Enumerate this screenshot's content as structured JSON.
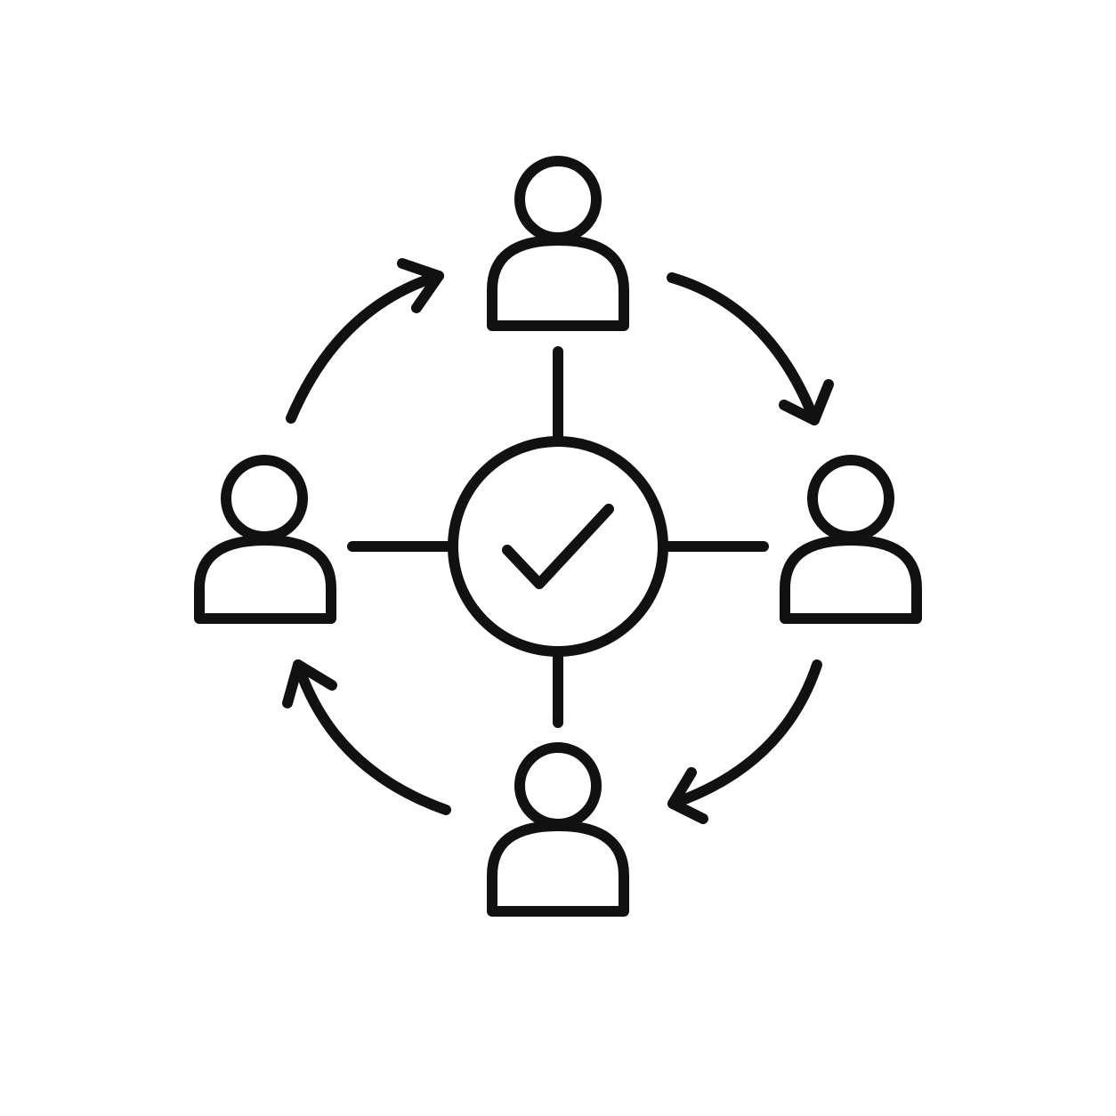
{
  "colors": {
    "background": "#ffffff",
    "stroke": "#111111"
  },
  "icons": {
    "center": "check-circle-icon",
    "people": [
      "person-icon-top",
      "person-icon-right",
      "person-icon-bottom",
      "person-icon-left"
    ],
    "arrows": [
      "curved-arrow-top-right",
      "curved-arrow-bottom-right",
      "curved-arrow-bottom-left",
      "curved-arrow-top-left"
    ]
  },
  "diagram": {
    "type": "hub-and-spoke cycle",
    "flow_direction": "clockwise",
    "node_count": 4,
    "center_state": "approved"
  }
}
